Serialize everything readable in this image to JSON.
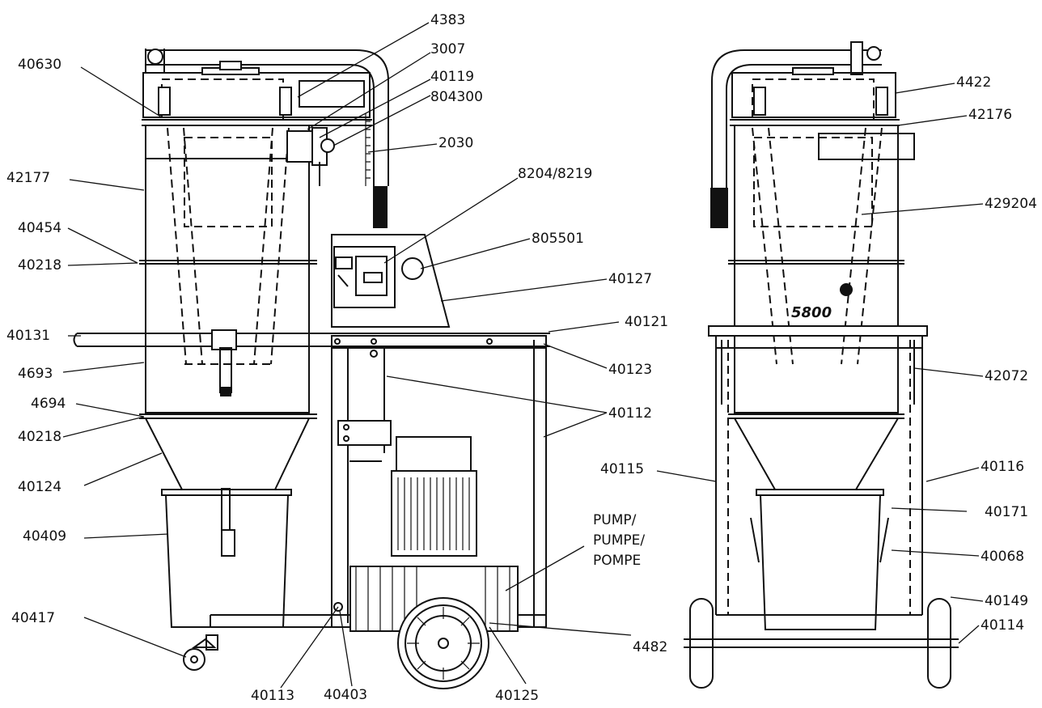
{
  "diagram": {
    "logo_text": "5800",
    "callouts_left": [
      "4383",
      "3007",
      "40119",
      "804300",
      "2030",
      "8204/8219",
      "805501",
      "40630",
      "42177",
      "40454",
      "40218",
      "40131",
      "4693",
      "4694",
      "40218",
      "40124",
      "40409",
      "40417",
      "40113",
      "40403",
      "40125",
      "4482",
      "40127",
      "40121",
      "40123",
      "40112",
      "40115"
    ],
    "pump_label": [
      "PUMP/",
      "PUMPE/",
      "POMPE"
    ],
    "callouts_right": [
      "4422",
      "42176",
      "429204",
      "42072",
      "40116",
      "40171",
      "40068",
      "40149",
      "40114"
    ]
  }
}
